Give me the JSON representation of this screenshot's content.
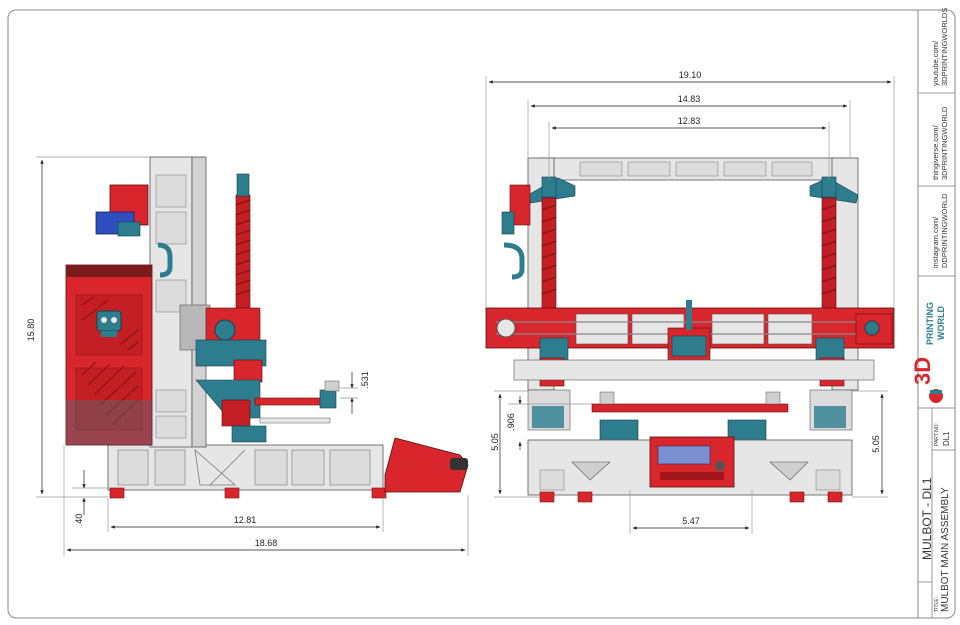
{
  "title_block": {
    "social": [
      {
        "line1": "youtube.com/",
        "line2": "3DPRINTINGWORLDS"
      },
      {
        "line1": "thingiverse.com/",
        "line2": "3DPRINTINGWORLD"
      },
      {
        "line1": "instagram.com/",
        "line2": "DDPRINTINGWORLD"
      }
    ],
    "logo_top": "PRINTING",
    "logo_bottom": "WORLD",
    "logo_mark": "3D",
    "drawing_title": "MULBOT - DL1",
    "title_label": "TITLE:",
    "assembly_name": "MULBOT MAIN ASSEMBLY",
    "part_no_label": "PART NO:",
    "part_no": "DL1"
  },
  "side_view": {
    "dims": {
      "height": "15.80",
      "bed_offset": ".531",
      "foot": ".40",
      "base_length": "12.81",
      "overall_length": "18.68"
    }
  },
  "front_view": {
    "dims": {
      "overall_width": "19.10",
      "frame_width": "14.83",
      "rod_spacing": "12.83",
      "left_height": "5.05",
      "bed_gap": ".906",
      "right_height": "5.05",
      "feet_spacing": "5.47"
    }
  },
  "colors": {
    "frame": "#e6e6e6",
    "printed_red": "#d8262c",
    "printed_teal": "#2e7d8f",
    "outline": "#555555"
  }
}
